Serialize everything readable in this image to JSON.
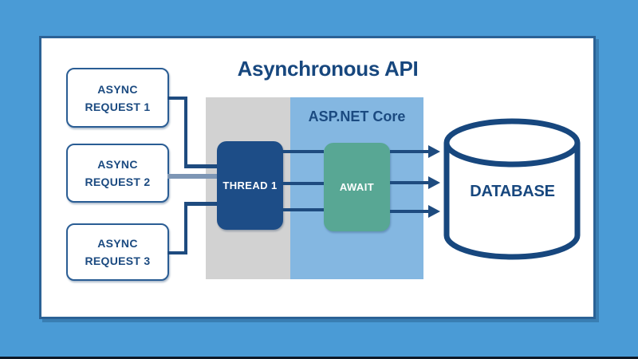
{
  "diagram": {
    "title": "Asynchronous API",
    "framework_label": "ASP.NET Core",
    "requests": [
      {
        "line1": "ASYNC",
        "line2": "REQUEST 1"
      },
      {
        "line1": "ASYNC",
        "line2": "REQUEST 2"
      },
      {
        "line1": "ASYNC",
        "line2": "REQUEST 3"
      }
    ],
    "thread_label": "THREAD 1",
    "await_label": "AWAIT",
    "database_label": "DATABASE",
    "colors": {
      "background": "#4a9bd6",
      "card_border": "#2b6296",
      "panel_gray": "#d2d2d2",
      "panel_blue": "#84b7e1",
      "thread_fill": "#1d4d87",
      "await_fill": "#58a794",
      "line_navy": "#1e4b7f",
      "line_steel": "#7d96b5",
      "text_navy": "#17477e",
      "bottom_bar": "#0d1826"
    }
  }
}
